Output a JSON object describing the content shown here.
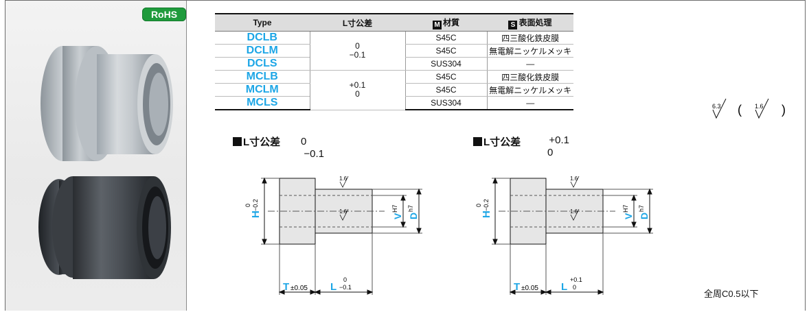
{
  "badge": "RoHS",
  "table": {
    "headers": {
      "type": "Type",
      "tolerance": "L寸公差",
      "material_icon": "M",
      "material": "材質",
      "surface_icon": "S",
      "surface": "表面処理"
    },
    "rows": [
      {
        "type": "DCLB",
        "material": "S45C",
        "surface": "四三酸化鉄皮膜"
      },
      {
        "type": "DCLM",
        "material": "S45C",
        "surface": "無電解ニッケルメッキ"
      },
      {
        "type": "DCLS",
        "material": "SUS304",
        "surface": "—"
      },
      {
        "type": "MCLB",
        "material": "S45C",
        "surface": "四三酸化鉄皮膜"
      },
      {
        "type": "MCLM",
        "material": "S45C",
        "surface": "無電解ニッケルメッキ"
      },
      {
        "type": "MCLS",
        "material": "SUS304",
        "surface": "—"
      }
    ],
    "tolerance_groups": [
      {
        "upper": "0",
        "lower": "−0.1"
      },
      {
        "upper": "+0.1",
        "lower": "0"
      }
    ]
  },
  "sections": [
    {
      "label": "L寸公差",
      "upper": "0",
      "lower": "−0.1"
    },
    {
      "label": "L寸公差",
      "upper": "+0.1",
      "lower": "0"
    }
  ],
  "drawing1": {
    "h_label": "H",
    "h_upper": "0",
    "h_lower": "−0.2",
    "v_label": "V",
    "v_fit": "H7",
    "d_label": "D",
    "d_fit": "h7",
    "t_label": "T",
    "t_tol": "±0.05",
    "l_label": "L",
    "l_upper": "0",
    "l_lower": "−0.1",
    "roughness": "1.6"
  },
  "drawing2": {
    "h_label": "H",
    "h_upper": "0",
    "h_lower": "−0.2",
    "v_label": "V",
    "v_fit": "H7",
    "d_label": "D",
    "d_fit": "h7",
    "t_label": "T",
    "t_tol": "±0.05",
    "l_label": "L",
    "l_upper": "+0.1",
    "l_lower": "0",
    "roughness": "1.6"
  },
  "surface_finish": {
    "general": "6.3",
    "special": "1.6",
    "open": "(",
    "close": ")"
  },
  "note": "全周C0.5以下",
  "colors": {
    "accent": "#1da6e6",
    "rohs": "#1f9b3c",
    "header_bg": "#dddddd"
  }
}
